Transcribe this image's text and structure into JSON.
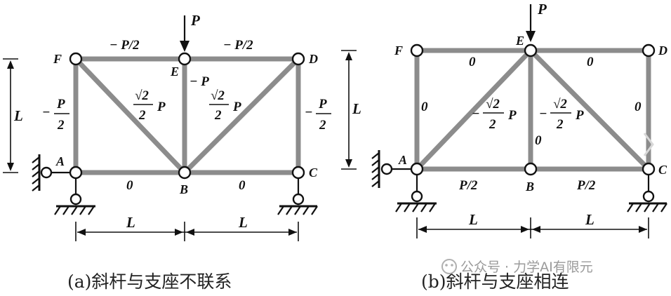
{
  "diagrams": [
    {
      "id": "a",
      "caption": "(a)斜杆与支座不联系",
      "load_label": "P",
      "span_label_left": "L",
      "span_label_right": "L",
      "height_label": "L",
      "nodes": {
        "A": "A",
        "B": "B",
        "C": "C",
        "D": "D",
        "E": "E",
        "F": "F"
      },
      "members": {
        "FE": "− P/2",
        "ED": "− P/2",
        "AB": "0",
        "BC": "0",
        "BE": "− P",
        "FB_num": "√2",
        "FB_den": "2",
        "FB_tail": "P",
        "DB_num": "√2",
        "DB_den": "2",
        "DB_tail": "P",
        "AF_sign": "−",
        "AF_num": "P",
        "AF_den": "2",
        "CD_sign": "−",
        "CD_num": "P",
        "CD_den": "2"
      }
    },
    {
      "id": "b",
      "caption": "(b)斜杆与支座相连",
      "load_label": "P",
      "span_label_left": "L",
      "span_label_right": "L",
      "height_label": "L",
      "nodes": {
        "A": "A",
        "B": "B",
        "C": "C",
        "D": "D",
        "E": "E",
        "F": "F"
      },
      "members": {
        "FE": "0",
        "ED": "0",
        "AF": "0",
        "CD": "0",
        "EB": "0",
        "AB": "P/2",
        "BC": "P/2",
        "EA_sign": "−",
        "EA_num": "√2",
        "EA_den": "2",
        "EA_tail": "P",
        "EC_sign": "−",
        "EC_num": "√2",
        "EC_den": "2",
        "EC_tail": "P"
      }
    }
  ],
  "watermark": "公众号 · 力学AI有限元"
}
